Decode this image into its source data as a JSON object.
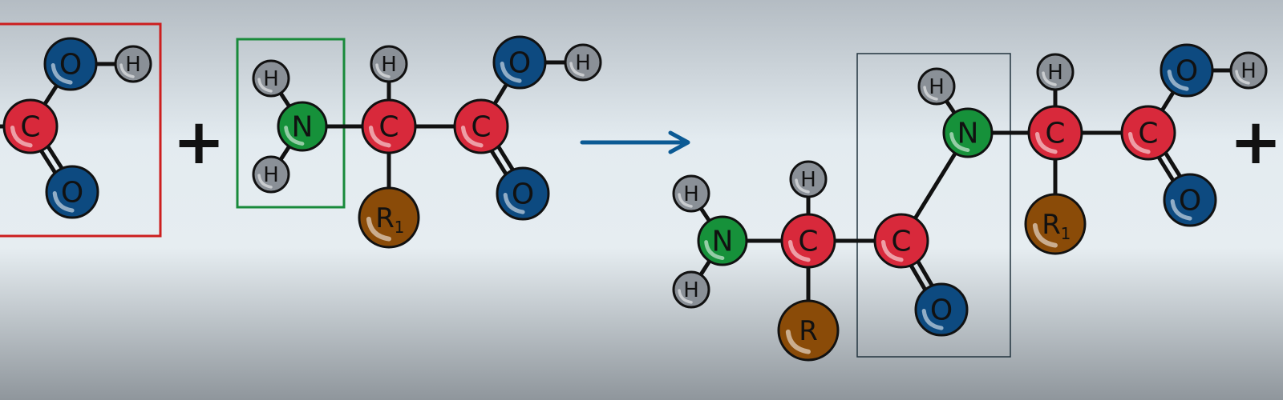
{
  "colors": {
    "carbon": "#d8293b",
    "oxygen": "#0d4a80",
    "hydrogen": "#8a9097",
    "nitrogen": "#16913a",
    "r_group": "#8a4b08",
    "plus": "#0b5a94",
    "arrow": "#0b5a94",
    "peptide_bond": "#1a6db4",
    "carboxyl_box": "#cc1e1e",
    "amino_box": "#188a3a",
    "peptide_box": "#22343f"
  },
  "labels": {
    "carbon": "C",
    "oxygen": "O",
    "hydrogen": "H",
    "nitrogen": "N",
    "r_group": "R",
    "r_group_1": "R",
    "r_group_1_subscript": "1",
    "plus_sign": "+"
  },
  "icons": {
    "reaction_arrow": "arrow-right-icon",
    "plus": "plus-icon"
  }
}
